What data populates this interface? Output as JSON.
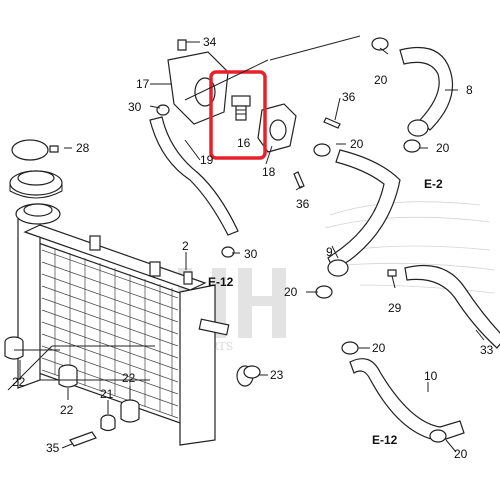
{
  "diagram": {
    "callouts": [
      "34",
      "17",
      "30",
      "16",
      "36",
      "20",
      "8",
      "28",
      "19",
      "18",
      "20",
      "20",
      "36",
      "E-2",
      "2",
      "30",
      "9",
      "29",
      "E-12",
      "20",
      "33",
      "22",
      "20",
      "22",
      "23",
      "10",
      "22",
      "21",
      "E-12",
      "35",
      "20"
    ],
    "highlight_color": "#e8202a",
    "watermark": {
      "letters": "HH",
      "text": "PARTS"
    }
  }
}
